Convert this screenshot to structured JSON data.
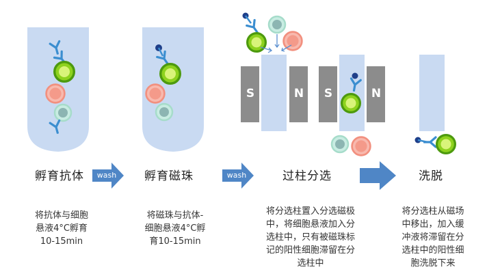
{
  "steps": [
    {
      "title": "孵育抗体",
      "desc": [
        "将抗体与细胞",
        "悬液4°C孵育",
        "10-15min"
      ]
    },
    {
      "title": "孵育磁珠",
      "desc": [
        "将磁珠与抗体-",
        "细胞悬液4°C孵",
        "育10-15min"
      ]
    },
    {
      "title": "过柱分选",
      "desc": [
        "将分选柱置入分选磁极",
        "中，将细胞悬液加入分",
        "选柱中，只有被磁珠标",
        "记的阳性细胞滞留在分",
        "选柱中"
      ]
    },
    {
      "title": "洗脱",
      "desc": [
        "将分选柱从磁场",
        "中移出，加入缓",
        "冲液将滞留在分",
        "选柱中的阳性细",
        "胞洗脱下来"
      ]
    }
  ],
  "arrows": [
    {
      "label": "wash"
    },
    {
      "label": "wash"
    },
    {
      "label": ""
    }
  ],
  "magnets": {
    "s": "S",
    "n": "N"
  },
  "colors": {
    "tube": "#c9daf2",
    "arrow": "#4f86c6",
    "magnet": "#8c8c8c",
    "bead": "#1f3f8a",
    "antibody": "#3b8ed0",
    "positive_cell": "#8ed21e",
    "red_cell": "#f29a8e",
    "teal_cell": "#9fd9c8"
  }
}
